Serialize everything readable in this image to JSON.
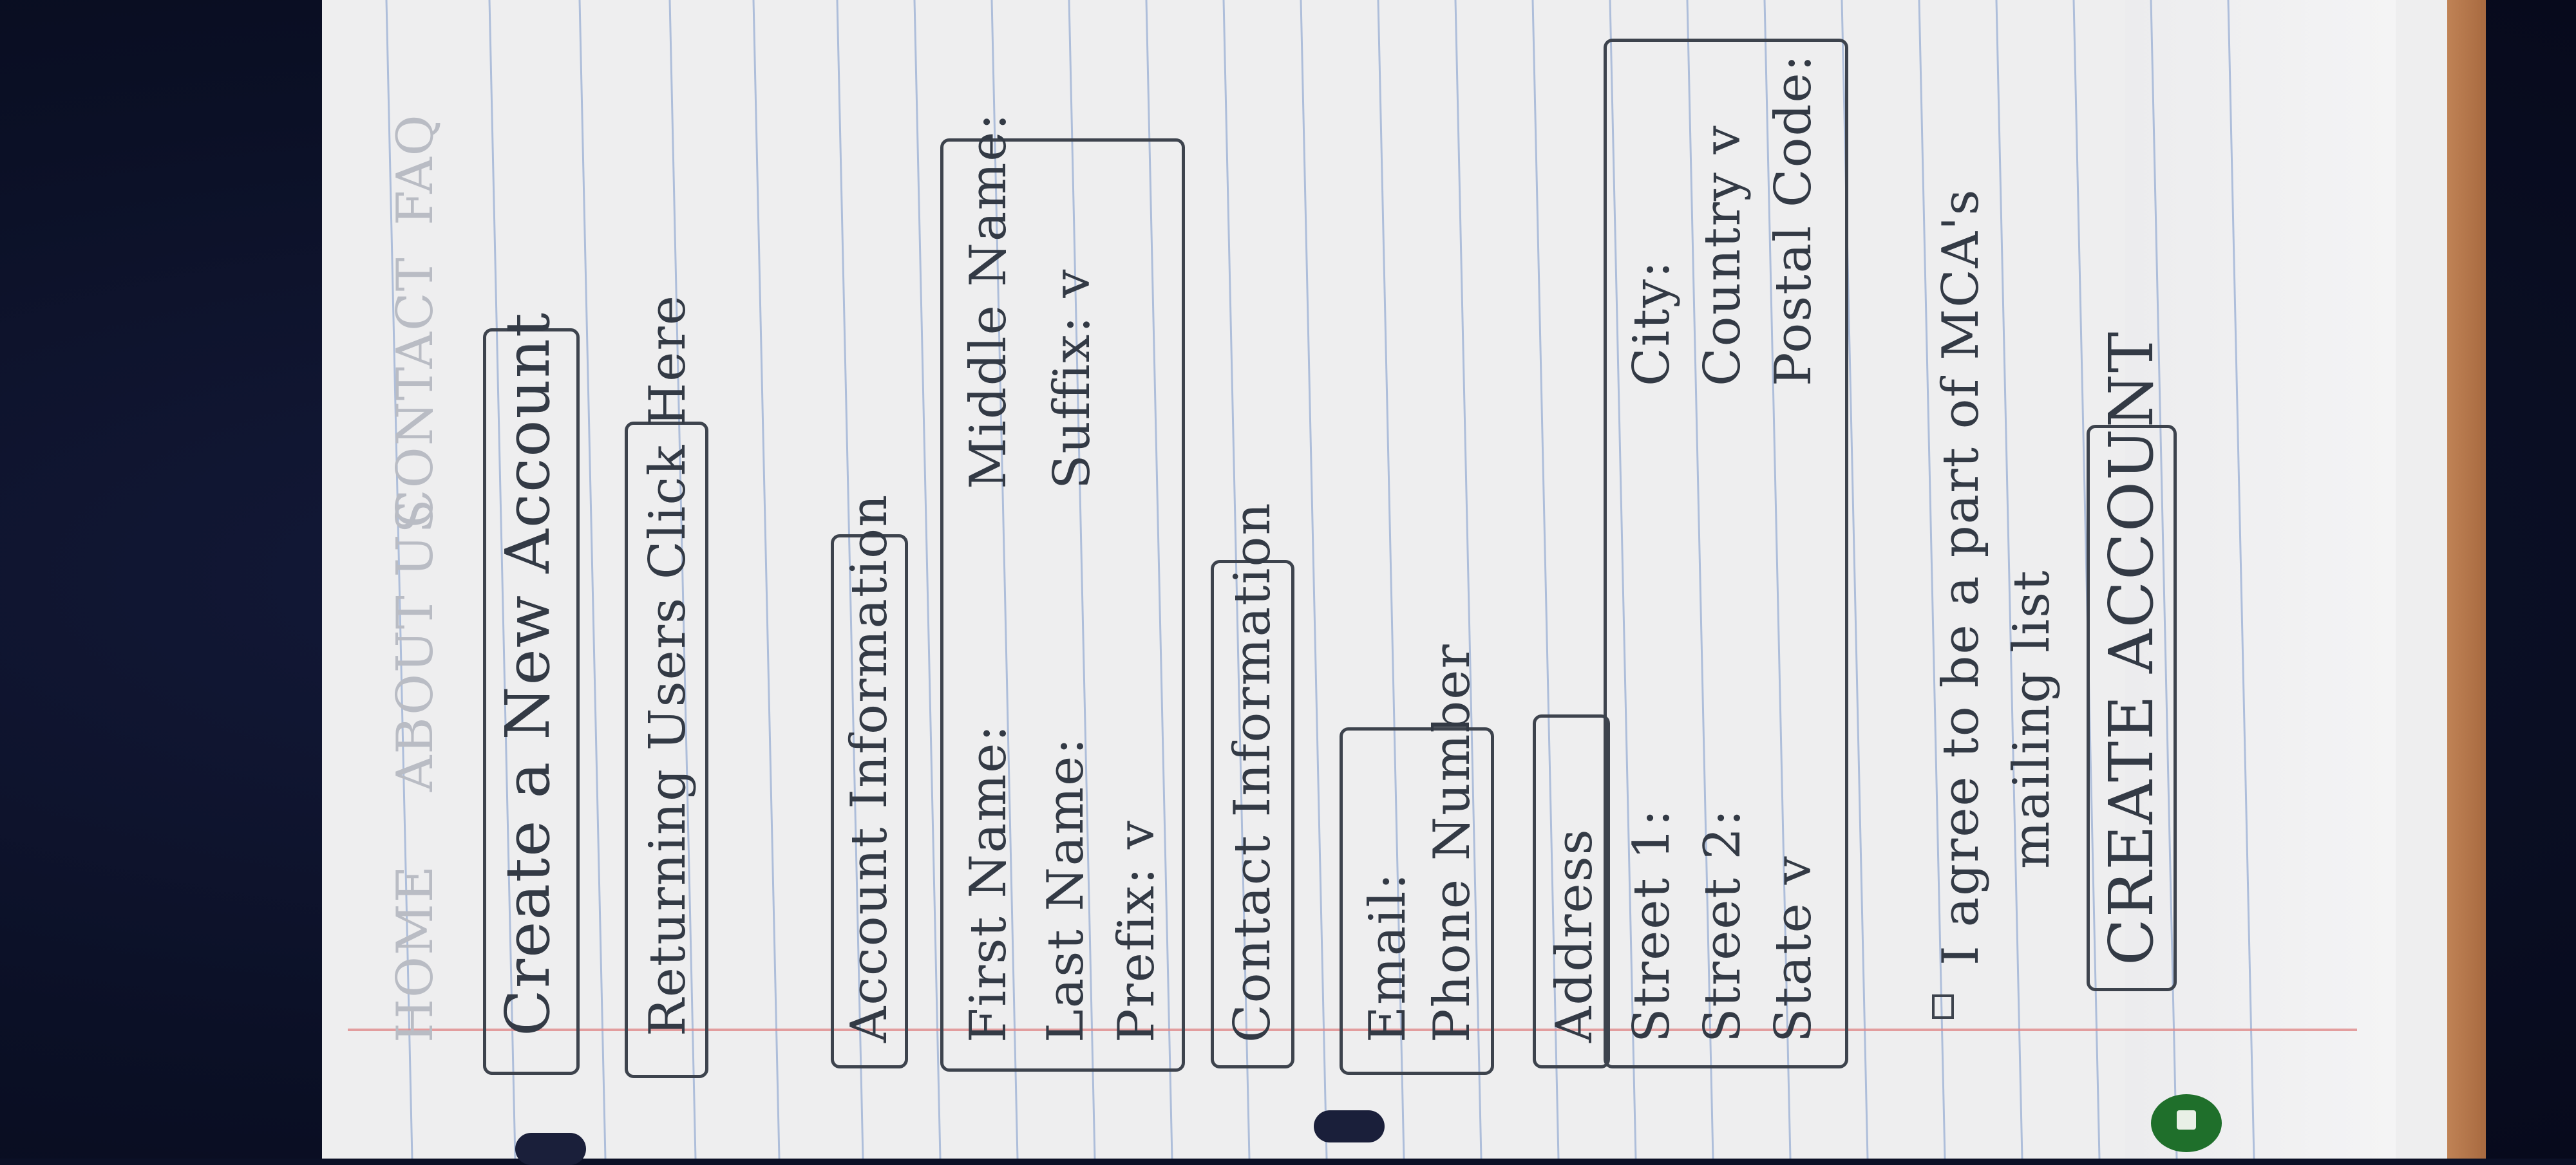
{
  "nav": {
    "items": [
      "HOME",
      "ABOUT US",
      "CONTACT",
      "FAQ"
    ]
  },
  "header": {
    "create_title": "Create a New Account",
    "returning_link": "Returning Users Click Here"
  },
  "account_section": {
    "heading": "Account Information",
    "fields": {
      "first_name": "First Name:",
      "last_name": "Last Name:",
      "prefix": "Prefix: v",
      "middle_name": "Middle Name:",
      "suffix": "Suffix: v"
    }
  },
  "contact_section": {
    "heading": "Contact Information",
    "fields": {
      "email": "Email:",
      "phone": "Phone Number"
    }
  },
  "address_section": {
    "heading": "Address",
    "fields": {
      "street1": "Street 1:",
      "street2": "Street 2:",
      "state": "State v",
      "city": "City:",
      "country": "Country v",
      "postal": "Postal Code:"
    }
  },
  "mailing": {
    "line1": "I agree to be a part of MCA's",
    "line2": "mailing list"
  },
  "submit_label": "CREATE ACCOUNT",
  "colors": {
    "ink": "#333a45",
    "paper": "#eeeeef",
    "ruled_line": "#9fb3d6",
    "margin_line": "#e08a8a",
    "background": "#0b1026"
  }
}
